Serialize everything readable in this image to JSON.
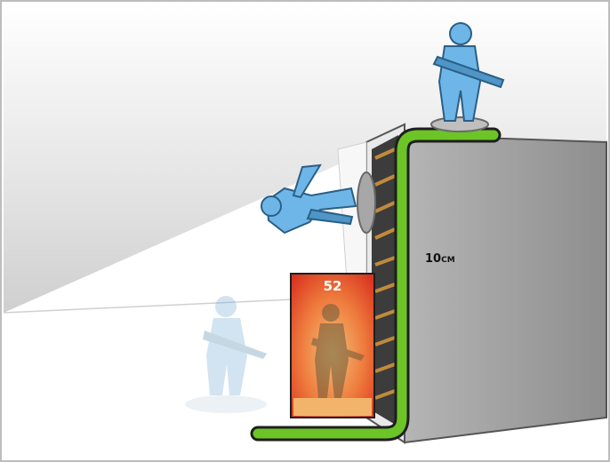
{
  "measurement": {
    "value": "10",
    "unit": "CM"
  },
  "card": {
    "number": "52"
  },
  "colors": {
    "measure_line": "#6cc427",
    "measure_outline": "#222222",
    "miniature_blue": "#6fb6e8",
    "miniature_outline": "#2a5f86",
    "card_red": "#e8432a",
    "card_orange": "#f0b060",
    "block_face": "#9b9b9b",
    "block_top": "#f2f2f2"
  }
}
